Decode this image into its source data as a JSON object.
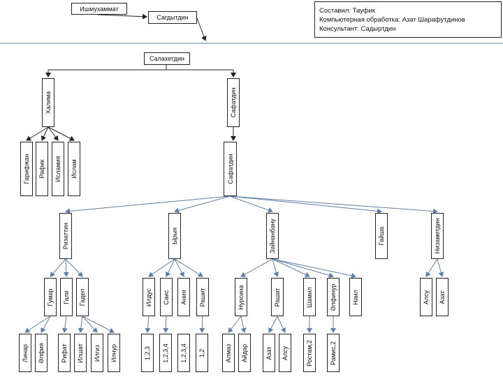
{
  "credits": {
    "line1": "Составил: Тауфик",
    "line2": "Компьютерная обработка: Азат Шарафутдинов",
    "line3": "Консультант: Садыртдин"
  },
  "tree": {
    "ishmukhammat": "Ишмухаммат",
    "sagdytdin": "Сагдытдин",
    "salakhetdin": "Салахетдин",
    "khalima": "Халима",
    "safatdin_top": "Сафатдин",
    "garifzhan": "Гарифжан",
    "rafik": "Рафик",
    "islamia": "Исламия",
    "islam": "Ислам",
    "safatdin_mid": "Сафатдин",
    "rizatdin": "Ризаттин",
    "zyrya": "Ырыя",
    "zainenbanu": "Зайнанбану",
    "gaisha": "Гайша",
    "nizametdin": "Низаметдин",
    "gumar": "Гумар",
    "gali": "Гали",
    "gadel": "Гадел",
    "ildus": "Илдус",
    "sais": "Саис",
    "aniya": "Ания",
    "rashit": "Рашит",
    "nursina": "Нурсина",
    "rashat": "Рашат",
    "shamil": "Шамил",
    "elfinur": "Әлфинур",
    "nail": "Наил",
    "alsu_r": "Алсу",
    "azat_r": "Азат",
    "linar": "Линар",
    "elfia": "Әлфия",
    "rifat": "Рифат",
    "ilshat": "Илшат",
    "ilgiz": "Илгиз",
    "ilnur": "Илнур",
    "g123": "1,2,3",
    "g1234a": "1,2,3,4",
    "g1234b": "1,2,3,4",
    "g12": "1,2",
    "almaz": "Алмаз",
    "aidar": "Айдар",
    "azat_b": "Азат",
    "alsu_b": "Алсу",
    "rostam": "Ростам,2",
    "ramis": "Рамис,2"
  }
}
